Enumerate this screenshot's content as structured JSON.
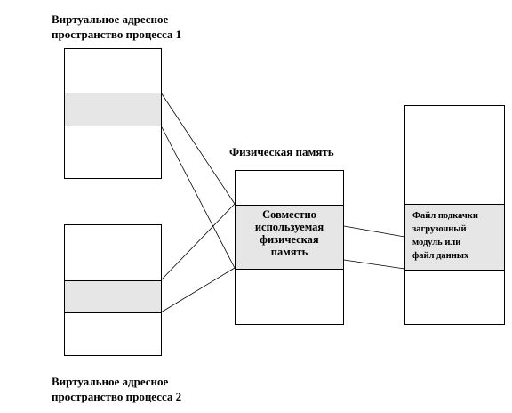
{
  "labels": {
    "process1_line1": "Виртуальное адресное",
    "process1_line2": "пространство процесса 1",
    "process2_line1": "Виртуальное адресное",
    "process2_line2": "пространство процесса 2",
    "physical_title": "Физическая память"
  },
  "physical_band": {
    "line1": "Совместно",
    "line2": "используемая",
    "line3": "физическая",
    "line4": "память"
  },
  "file_band": {
    "line1": "Файл подкачки",
    "line2": "загрузочный",
    "line3": "модуль или",
    "line4": "файл данных"
  }
}
